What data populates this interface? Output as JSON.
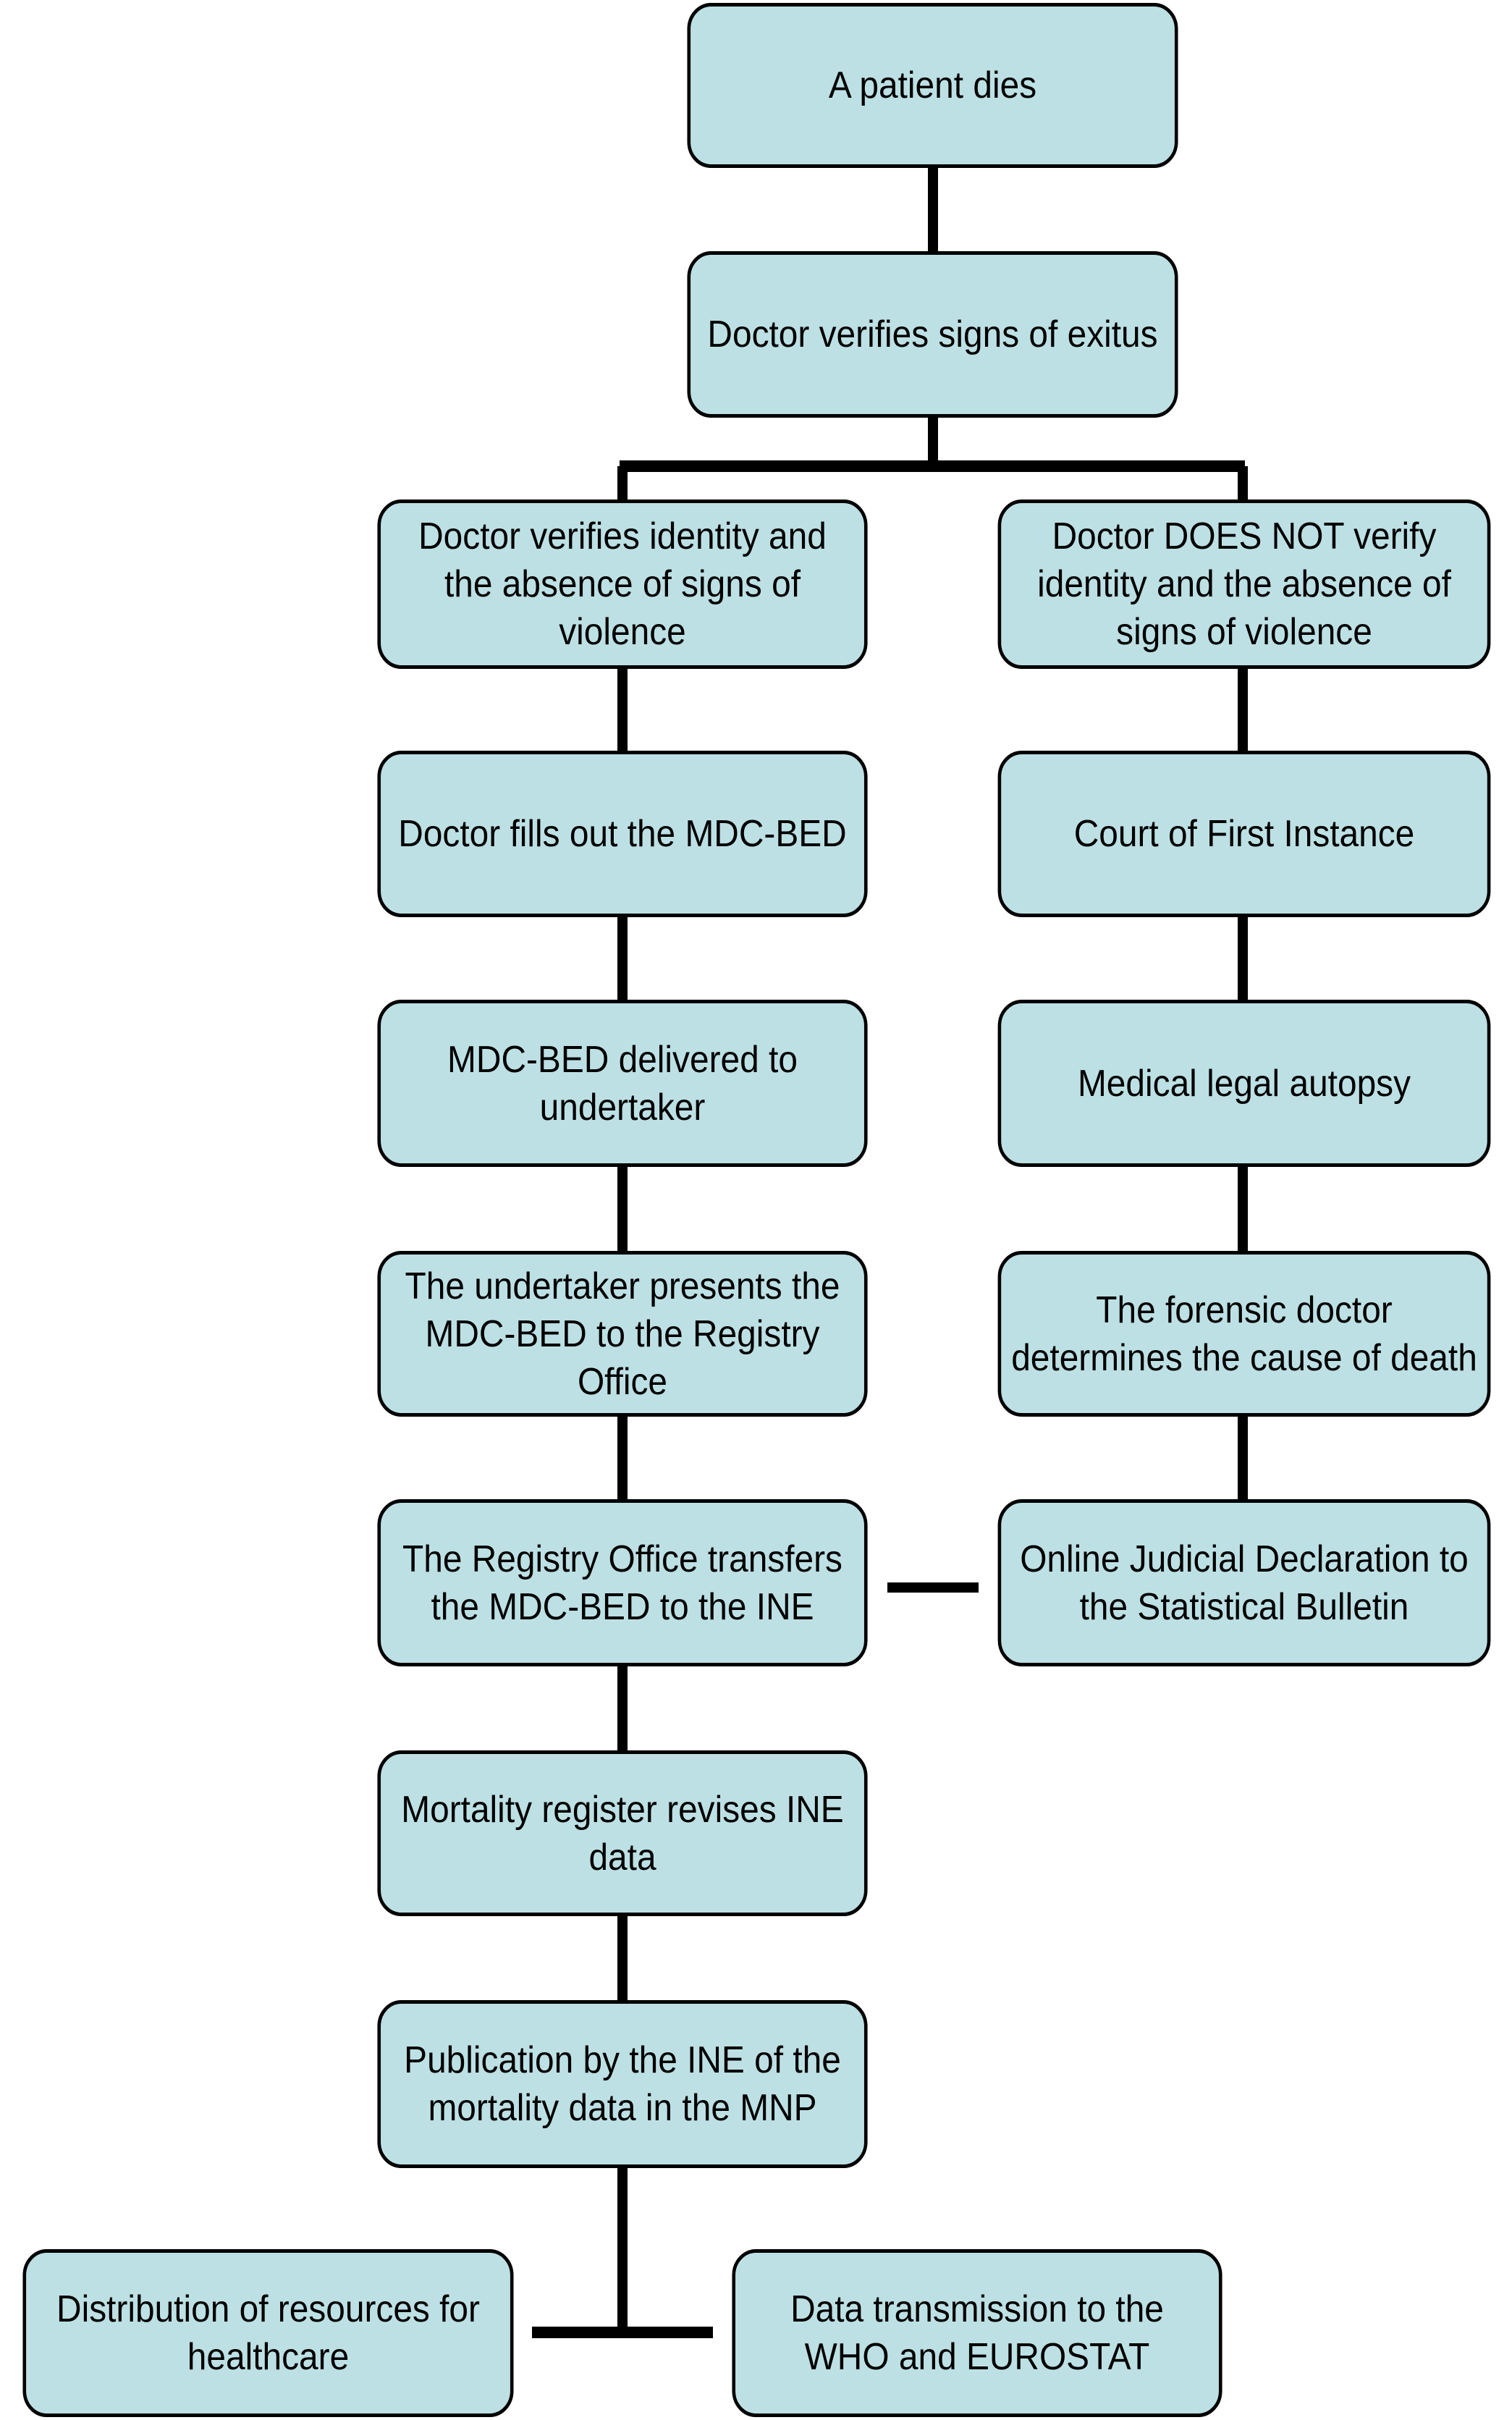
{
  "nodes": {
    "start": "A patient dies",
    "verify_exitus": "Doctor verifies signs of exitus",
    "verifies_identity": "Doctor verifies identity and the absence of signs of violence",
    "not_verify_identity": "Doctor DOES NOT verify identity and the absence of signs of violence",
    "fills_mdc_bed": "Doctor fills out the MDC-BED",
    "court": "Court of First Instance",
    "delivered_undertaker": "MDC-BED delivered to undertaker",
    "autopsy": "Medical legal autopsy",
    "undertaker_presents": "The undertaker presents the MDC-BED to the Registry Office",
    "forensic_cause": "The forensic doctor determines the cause of death",
    "registry_transfers": "The Registry Office transfers the MDC-BED to the INE",
    "online_declaration": "Online Judicial Declaration to the Statistical Bulletin",
    "mortality_register": "Mortality register revises INE data",
    "publication": "Publication by the INE of the mortality data in the MNP",
    "distribution": "Distribution of resources for healthcare",
    "transmission": "Data transmission to the WHO and EUROSTAT"
  },
  "colors": {
    "box_fill": "#bde0e4",
    "stroke": "#000000"
  }
}
